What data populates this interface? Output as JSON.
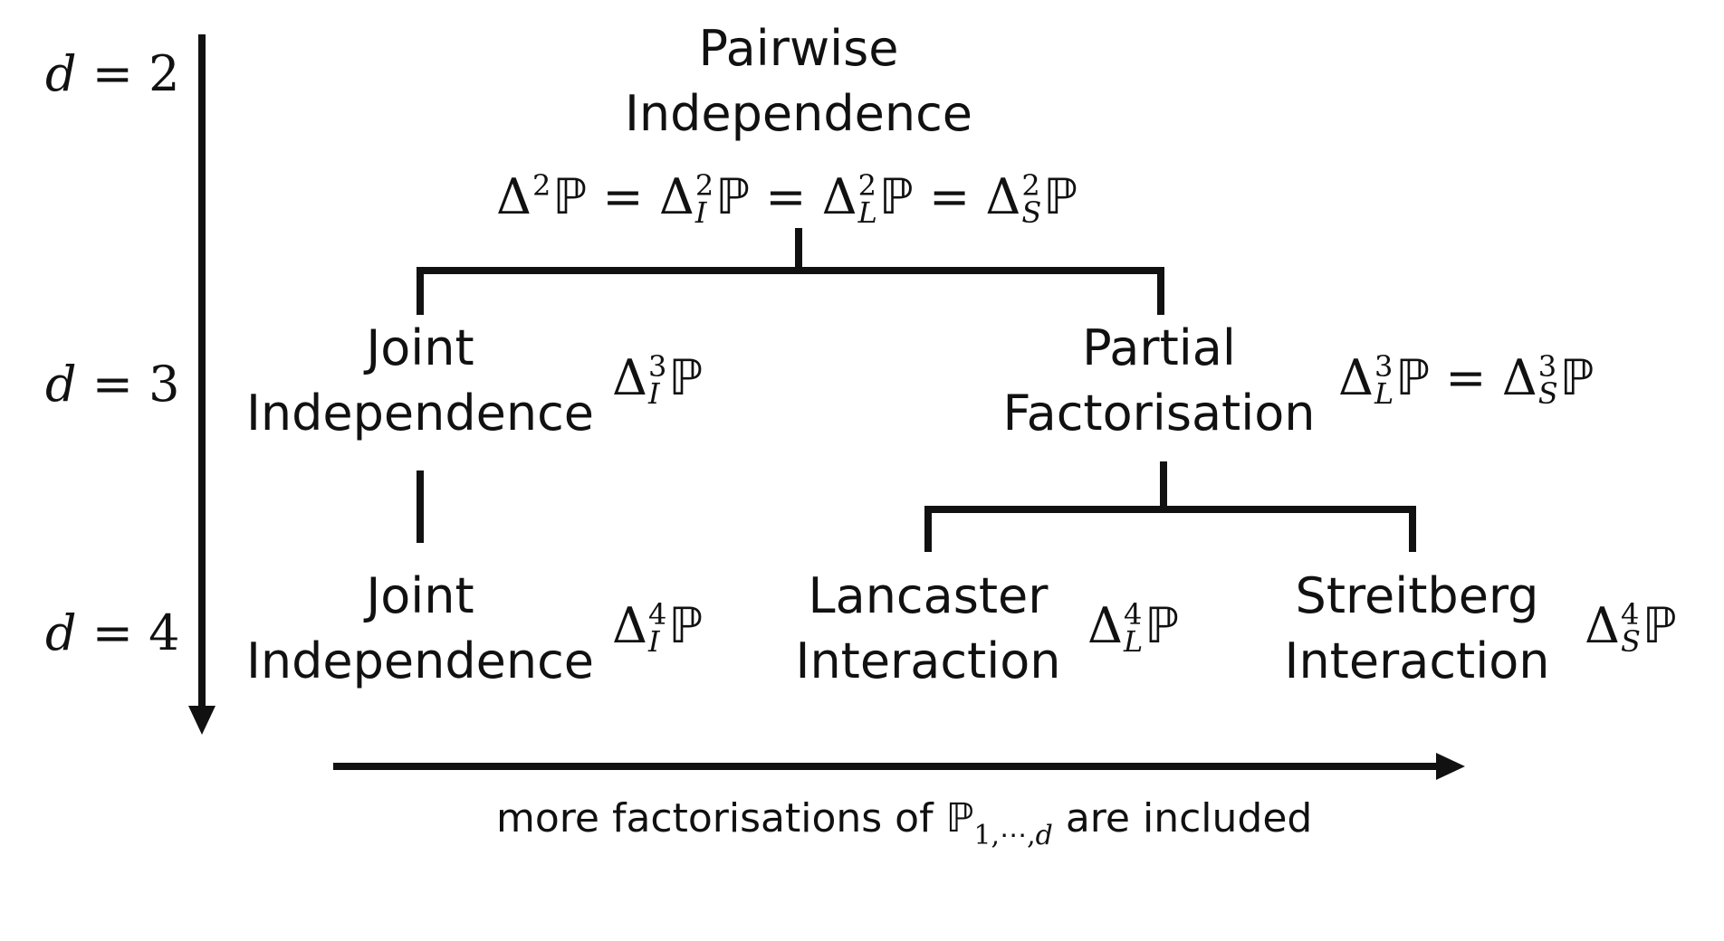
{
  "levels": [
    {
      "var": "d",
      "eq": "=",
      "value": "2"
    },
    {
      "var": "d",
      "eq": "=",
      "value": "3"
    },
    {
      "var": "d",
      "eq": "=",
      "value": "4"
    }
  ],
  "nodes": {
    "pairwise": {
      "line1": "Pairwise",
      "line2": "Independence"
    },
    "joint3": {
      "line1": "Joint",
      "line2": "Independence"
    },
    "partial": {
      "line1": "Partial",
      "line2": "Factorisation"
    },
    "joint4": {
      "line1": "Joint",
      "line2": "Independence"
    },
    "lancaster": {
      "line1": "Lancaster",
      "line2": "Interaction"
    },
    "streitberg": {
      "line1": "Streitberg",
      "line2": "Interaction"
    }
  },
  "symbols": {
    "delta": "Δ",
    "prob": "ℙ",
    "equals": "=",
    "pairwise": [
      {
        "sup": "2",
        "sub": ""
      },
      {
        "sup": "2",
        "sub": "I"
      },
      {
        "sup": "2",
        "sub": "L"
      },
      {
        "sup": "2",
        "sub": "S"
      }
    ],
    "joint3": [
      {
        "sup": "3",
        "sub": "I"
      }
    ],
    "partial": [
      {
        "sup": "3",
        "sub": "L"
      },
      {
        "sup": "3",
        "sub": "S"
      }
    ],
    "joint4": [
      {
        "sup": "4",
        "sub": "I"
      }
    ],
    "lancaster": [
      {
        "sup": "4",
        "sub": "L"
      }
    ],
    "streitberg": [
      {
        "sup": "4",
        "sub": "S"
      }
    ]
  },
  "caption": {
    "text_before": "more factorisations of",
    "prob": "ℙ",
    "subscript": "1,⋯,",
    "subscript_var": "d",
    "text_after": "are included"
  }
}
